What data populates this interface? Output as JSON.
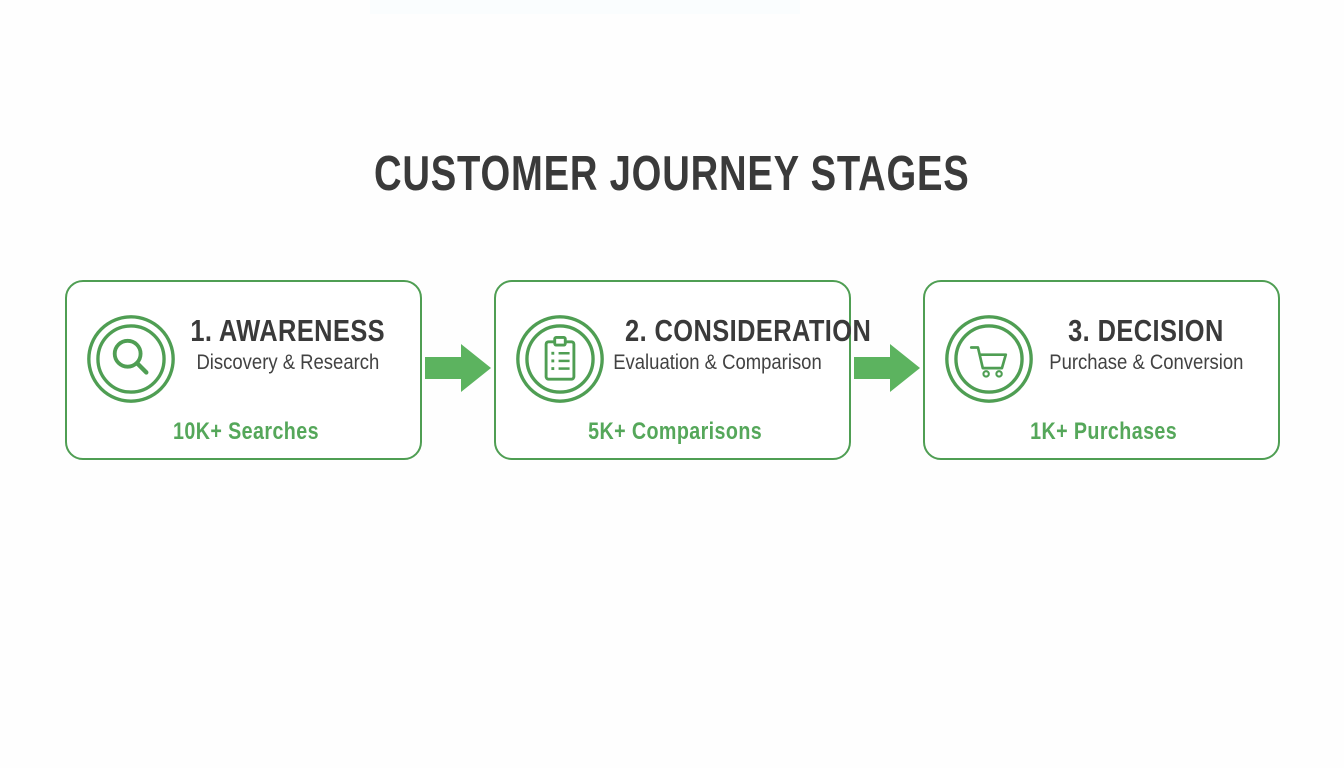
{
  "page": {
    "title": "CUSTOMER JOURNEY STAGES"
  },
  "colors": {
    "border_green": "#4f9e53",
    "icon_green": "#4f9e53",
    "arrow_green": "#5cb35f",
    "stat_green": "#55a75a",
    "heading_dark": "#3a3a3a",
    "subtitle_gray": "#424242",
    "background": "#fefefe"
  },
  "stages": [
    {
      "heading": "1. AWARENESS",
      "subtitle": "Discovery & Research",
      "stat": "10K+ Searches",
      "icon": "magnifier-icon"
    },
    {
      "heading": "2. CONSIDERATION",
      "subtitle": "Evaluation & Comparison",
      "stat": "5K+ Comparisons",
      "icon": "clipboard-icon"
    },
    {
      "heading": "3. DECISION",
      "subtitle": "Purchase & Conversion",
      "stat": "1K+ Purchases",
      "icon": "cart-icon"
    }
  ],
  "connectors": [
    {
      "icon": "arrow-right-icon"
    },
    {
      "icon": "arrow-right-icon"
    }
  ]
}
